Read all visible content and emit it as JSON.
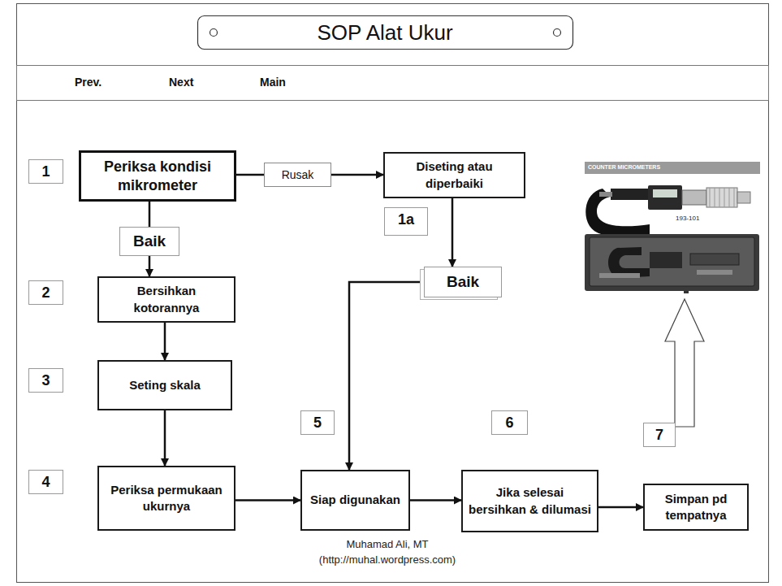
{
  "diagram": {
    "title": "SOP Alat Ukur",
    "nodes": [
      {
        "text": [
          "Periksa kondisi mikrometer"
        ]
      },
      {
        "text": [
          "Rusak"
        ]
      },
      {
        "text": [
          "Diseting atau diperbaiki"
        ]
      },
      {
        "text": [
          "Baik"
        ]
      },
      {
        "text": [
          "Baik"
        ]
      },
      {
        "text": [
          "Bersihkan kotorannya"
        ]
      },
      {
        "text": [
          "Seting skala"
        ]
      },
      {
        "text": [
          "Periksa permukaan ukurnya"
        ]
      },
      {
        "text": [
          "Siap digunakan"
        ]
      },
      {
        "text": [
          "Jika selesai bersihkan & dilumasi"
        ]
      },
      {
        "text": [
          "Simpan pd tempatnya"
        ]
      }
    ],
    "edges": [
      {
        "from": 0,
        "to": 1,
        "arrow": "none"
      },
      {
        "from": 1,
        "to": 2,
        "arrow": "to"
      },
      {
        "from": 0,
        "to": 3,
        "arrow": "none"
      },
      {
        "from": 3,
        "to": 5,
        "arrow": "to"
      },
      {
        "from": 2,
        "to": 4,
        "arrow": "to"
      },
      {
        "from": 4,
        "to": 8,
        "arrow": "to"
      },
      {
        "from": 5,
        "to": 6,
        "arrow": "to"
      },
      {
        "from": 6,
        "to": 7,
        "arrow": "to"
      },
      {
        "from": 7,
        "to": 8,
        "arrow": "to"
      },
      {
        "from": 8,
        "to": 9,
        "arrow": "to"
      },
      {
        "from": 9,
        "to": 10,
        "arrow": "to"
      }
    ],
    "labels": [
      "Prev.",
      "Next",
      "Main",
      "1",
      "1a",
      "2",
      "3",
      "4",
      "5",
      "6",
      "7",
      "COUNTER MICROMETERS",
      "193-101",
      "Muhamad Ali, MT",
      "(http://muhal.wordpress.com)"
    ]
  }
}
